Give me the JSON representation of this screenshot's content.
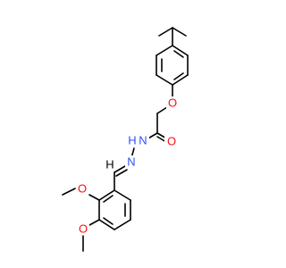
{
  "molecule": {
    "atoms": {
      "o_ether": {
        "symbol": "O",
        "color": "#ff0d0d"
      },
      "o_carbonyl": {
        "symbol": "O",
        "color": "#ff0d0d"
      },
      "n_amide": {
        "symbol": "N",
        "color": "#3050f8"
      },
      "h_amide": {
        "symbol": "H",
        "color": "#3050f8"
      },
      "n_imine": {
        "symbol": "N",
        "color": "#3050f8"
      },
      "h_imine": {
        "symbol": "H",
        "color": "#000000"
      },
      "o_methoxy_2": {
        "symbol": "O",
        "color": "#ff0d0d"
      },
      "o_methoxy_3": {
        "symbol": "O",
        "color": "#ff0d0d"
      }
    }
  }
}
